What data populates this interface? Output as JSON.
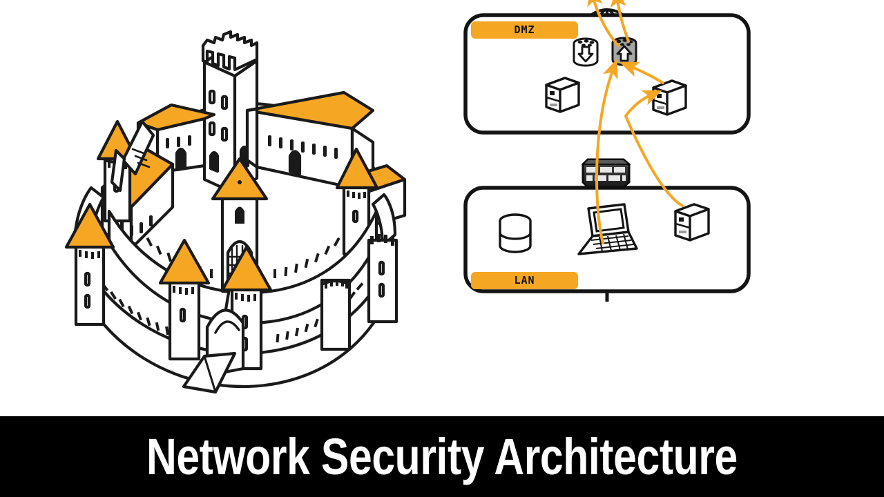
{
  "page": {
    "background_color": "#FFFFFF",
    "accent_color": "#F5A623",
    "ink_color": "#1A1A1A"
  },
  "title_bar": {
    "background_color": "#000000",
    "text_color": "#FFFFFF",
    "title": "Network Security Architecture"
  },
  "illustration": {
    "name": "medieval-castle",
    "description": "Hand-drawn isometric medieval castle with concentric defensive walls, towers with orange conical roofs, orange gabled rooftops, crenellated keep, gatehouse with portcullis and drawbridge",
    "roof_color": "#F5A623",
    "outline_color": "#1A1A1A",
    "fill_color": "#FFFFFF"
  },
  "diagram": {
    "name": "network-security-zones",
    "internet": {
      "icon": "globe-icon",
      "label": ""
    },
    "edge_firewall": {
      "icon": "firewall-icon",
      "label": ""
    },
    "internal_firewall": {
      "icon": "firewall-icon",
      "label": ""
    },
    "link_devices": [
      {
        "icon": "switch-icon",
        "color": "#2B2B2B",
        "label": ""
      },
      {
        "icon": "switch-icon",
        "color": "#F07C00",
        "label": ""
      }
    ],
    "link_style": "dashed",
    "zones": [
      {
        "id": "dmz",
        "label": "DMZ",
        "label_color": "#F5A623",
        "label_position": "top-left",
        "nodes": [
          {
            "icon": "drum-download-icon",
            "fill": "#FFFFFF",
            "arrow": "down",
            "label": ""
          },
          {
            "icon": "drum-upload-icon",
            "fill": "#A8A8A8",
            "arrow": "up",
            "label": ""
          },
          {
            "icon": "server-icon",
            "label": ""
          },
          {
            "icon": "server-icon",
            "label": ""
          }
        ]
      },
      {
        "id": "lan",
        "label": "LAN",
        "label_color": "#F5A623",
        "label_position": "bottom-left",
        "nodes": [
          {
            "icon": "database-icon",
            "label": ""
          },
          {
            "icon": "laptop-icon",
            "label": ""
          },
          {
            "icon": "server-icon",
            "label": ""
          }
        ]
      }
    ],
    "flows": [
      {
        "from": "dmz-upload-drum",
        "to": "internet",
        "color": "#F5A623"
      },
      {
        "from": "dmz-upload-drum",
        "to": "internet",
        "color": "#F5A623"
      },
      {
        "from": "lan",
        "to": "dmz-upload-drum",
        "color": "#F5A623"
      },
      {
        "from": "dmz-server-right",
        "to": "dmz-upload-drum",
        "color": "#F5A623"
      },
      {
        "from": "lan-server",
        "to": "dmz-server-right",
        "color": "#F5A623"
      }
    ]
  }
}
